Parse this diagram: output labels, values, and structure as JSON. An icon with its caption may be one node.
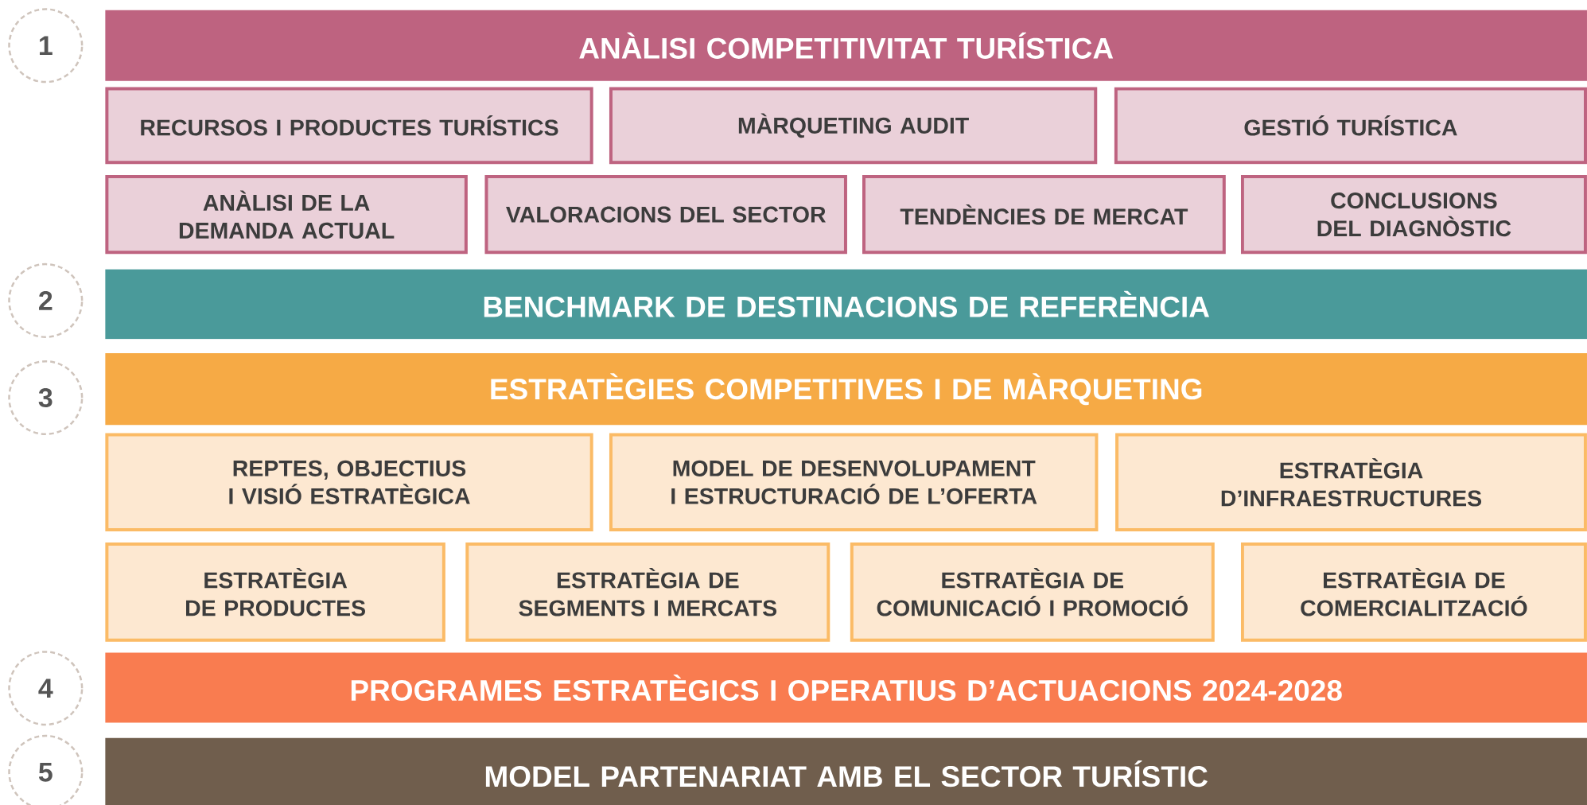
{
  "diagram": {
    "nodes": [
      {
        "text": [
          "1"
        ]
      },
      {
        "text": [
          "ANÀLISI COMPETITIVITAT TURÍSTICA"
        ]
      },
      {
        "text": [
          "RECURSOS I PRODUCTES TURÍSTICS"
        ]
      },
      {
        "text": [
          "MÀRQUETING AUDIT"
        ]
      },
      {
        "text": [
          "GESTIÓ TURÍSTICA"
        ]
      },
      {
        "text": [
          "ANÀLISI DE LA DEMANDA ACTUAL"
        ]
      },
      {
        "text": [
          "VALORACIONS DEL SECTOR"
        ]
      },
      {
        "text": [
          "TENDÈNCIES DE MERCAT"
        ]
      },
      {
        "text": [
          "CONCLUSIONS DEL DIAGNÒSTIC"
        ]
      },
      {
        "text": [
          "2"
        ]
      },
      {
        "text": [
          "BENCHMARK DE DESTINACIONS DE REFERÈNCIA"
        ]
      },
      {
        "text": [
          "3"
        ]
      },
      {
        "text": [
          "ESTRATÈGIES COMPETITIVES I DE MÀRQUETING"
        ]
      },
      {
        "text": [
          "REPTES, OBJECTIUS I VISIÓ ESTRATÈGICA"
        ]
      },
      {
        "text": [
          "MODEL DE DESENVOLUPAMENT I ESTRUCTURACIÓ DE L’OFERTA"
        ]
      },
      {
        "text": [
          "ESTRATÈGIA D’INFRAESTRUCTURES"
        ]
      },
      {
        "text": [
          "ESTRATÈGIA DE PRODUCTES"
        ]
      },
      {
        "text": [
          "ESTRATÈGIA DE SEGMENTS I MERCATS"
        ]
      },
      {
        "text": [
          "ESTRATÈGIA DE COMUNICACIÓ I PROMOCIÓ"
        ]
      },
      {
        "text": [
          "ESTRATÈGIA DE COMERCIALITZACIÓ"
        ]
      },
      {
        "text": [
          "4"
        ]
      },
      {
        "text": [
          "PROGRAMES ESTRATÈGICS I OPERATIUS D’ACTUACIONS 2024-2028"
        ]
      },
      {
        "text": [
          "5"
        ]
      },
      {
        "text": [
          "MODEL PARTENARIAT AMB EL SECTOR TURÍSTIC"
        ]
      }
    ]
  }
}
